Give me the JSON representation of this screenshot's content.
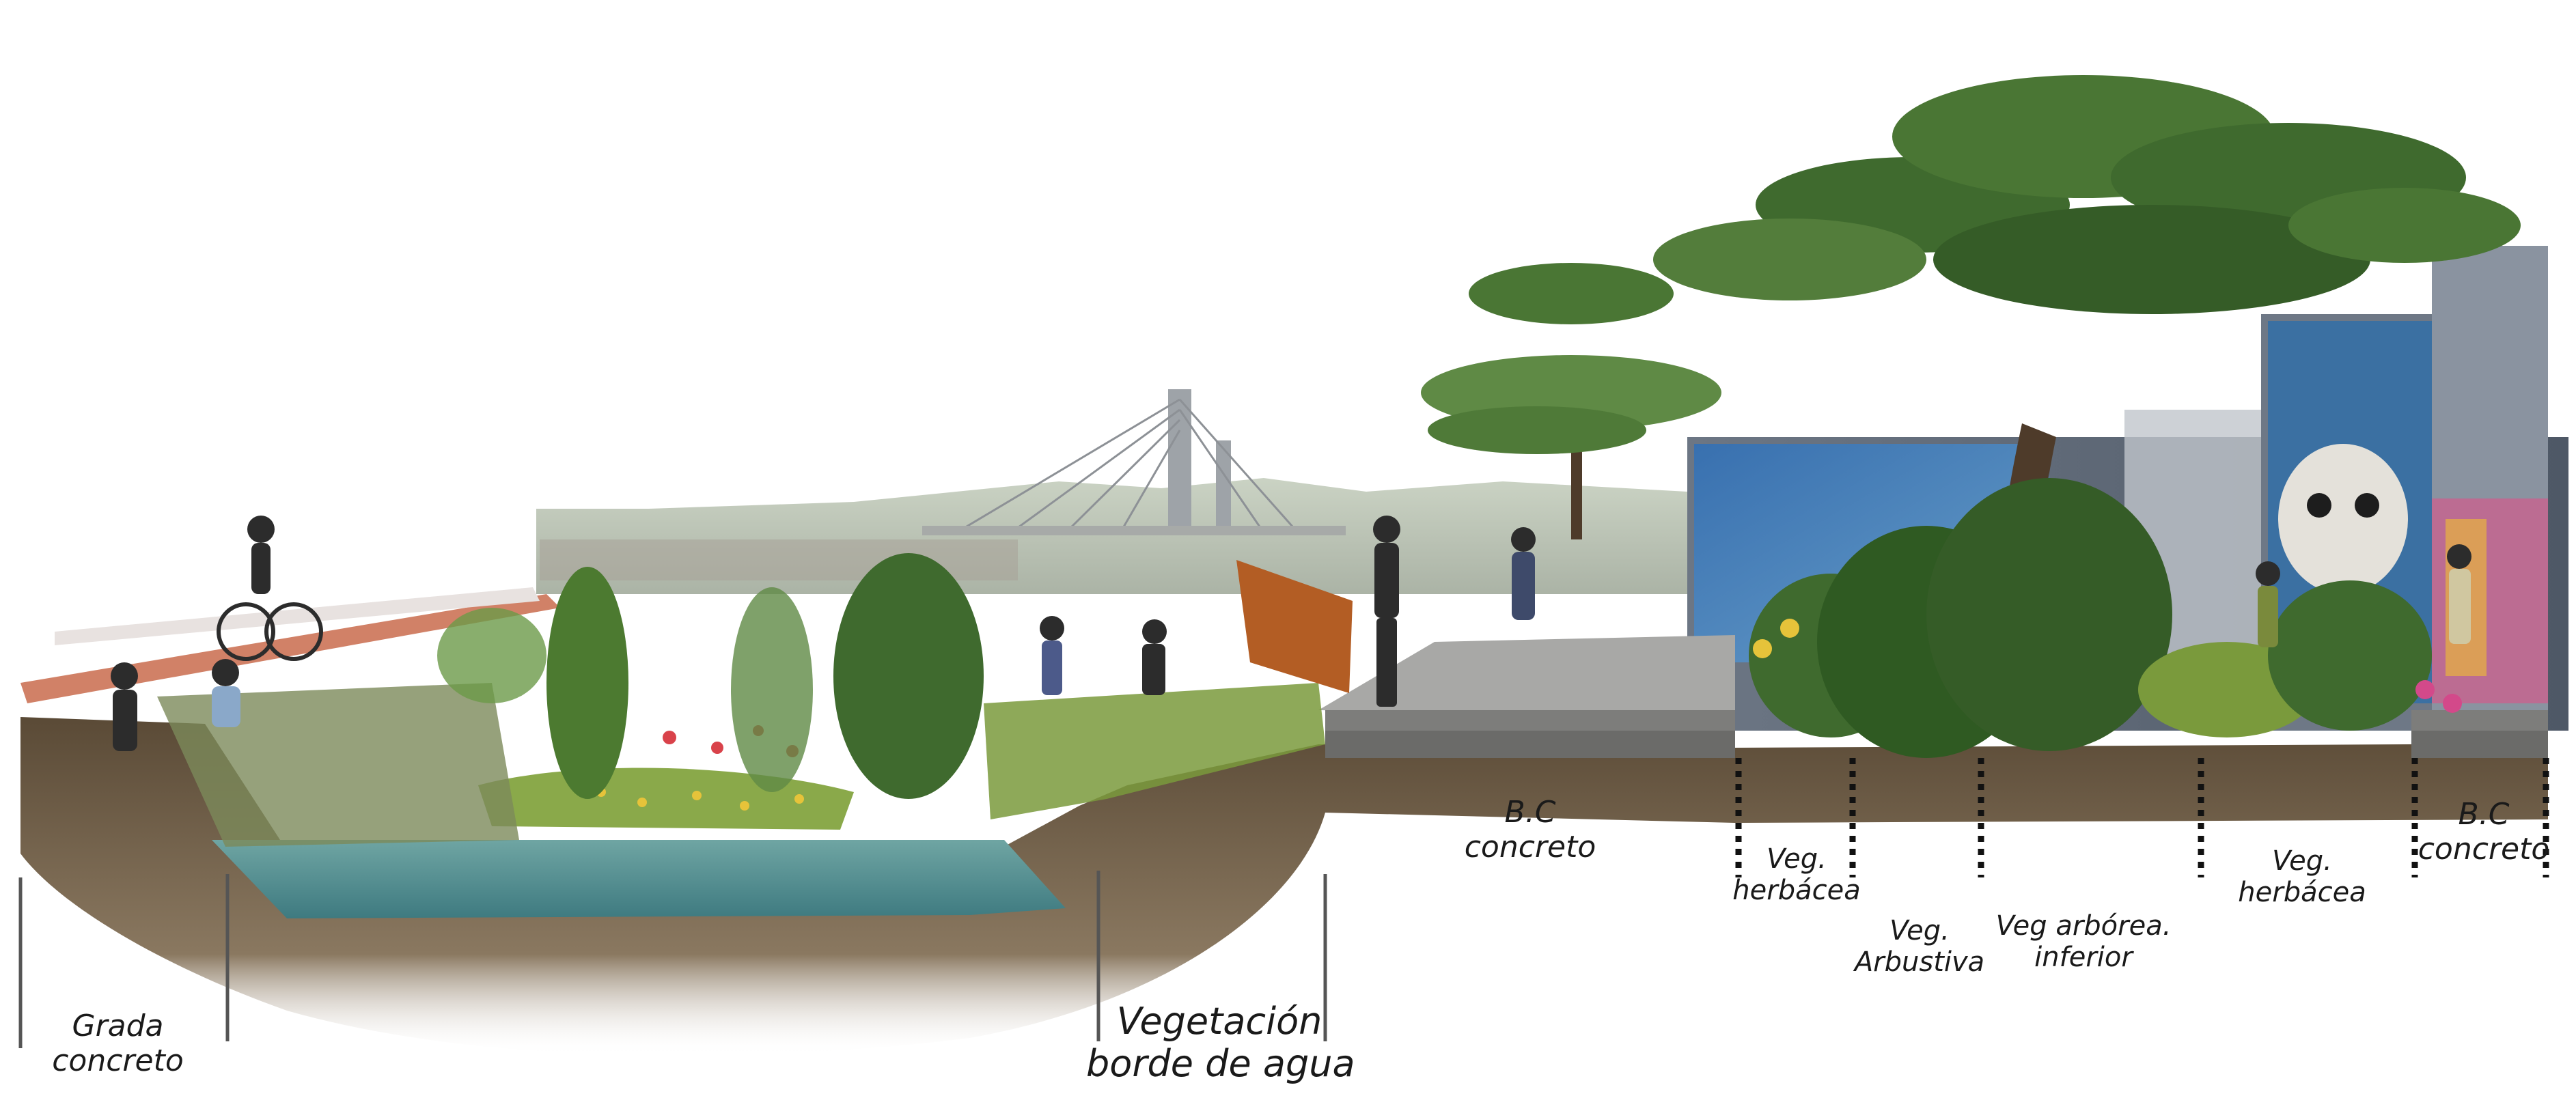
{
  "labels": {
    "grada": {
      "line1": "Grada",
      "line2": "concreto"
    },
    "vegetacion": {
      "line1": "Vegetación",
      "line2": "borde de agua"
    },
    "bc_left": {
      "line1": "B.C",
      "line2": "concreto"
    },
    "veg_herbacea_left": {
      "line1": "Veg.",
      "line2": "herbácea"
    },
    "veg_arbustiva": {
      "line1": "Veg.",
      "line2": "Arbustiva"
    },
    "veg_arborea": {
      "line1": "Veg arbórea.",
      "line2": "inferior"
    },
    "veg_herbacea_right": {
      "line1": "Veg.",
      "line2": "herbácea"
    },
    "bc_right": {
      "line1": "B.C",
      "line2": "concreto"
    }
  },
  "colors": {
    "soil": "#6b5a44",
    "water": "#4f8f92",
    "grass": "#7a9a3c",
    "tree": "#3f6a2e",
    "concrete": "#9a9a98",
    "building": "#5b6675",
    "mural_blue": "#3c7fc2"
  }
}
